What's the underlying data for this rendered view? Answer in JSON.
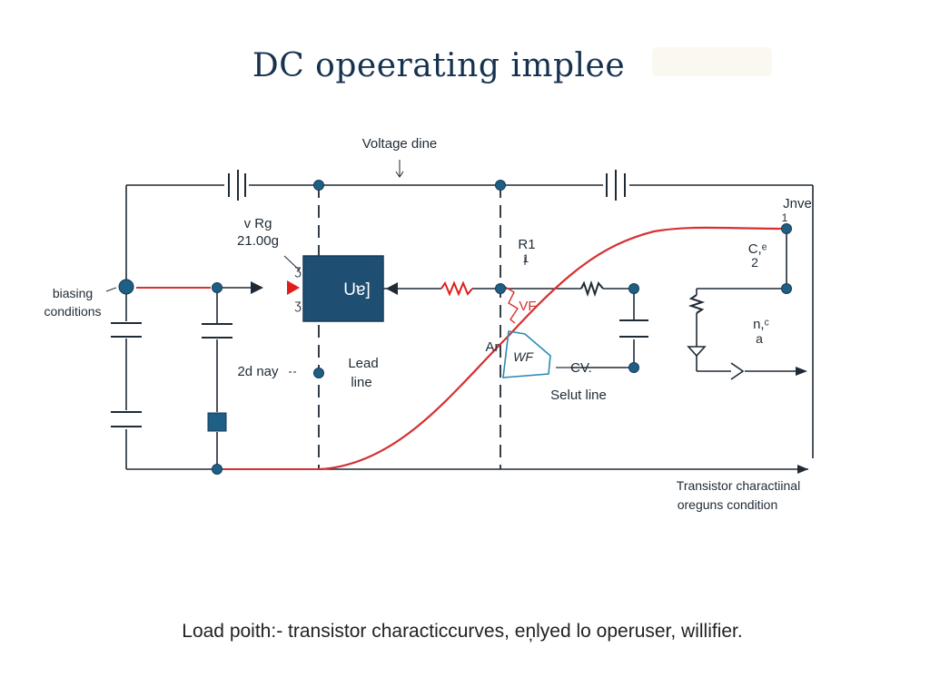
{
  "title": "DC opeerating implee",
  "caption": "Load poith:- transistor characticcurves, en̦lyed lo operuser, willifier.",
  "colors": {
    "title": "#16324f",
    "wire": "#1f2a35",
    "node": "#1f5f85",
    "transistor": "#1f4e73",
    "curve": "#d63031",
    "annotation": "#2a8bb3"
  },
  "labels": {
    "voltage_line": "Voltage dine",
    "biasing_1": "biasing",
    "biasing_2": "conditions",
    "vrg_1": "v Rg",
    "vrg_2": "21.00g",
    "transistor": "Uɐ]",
    "pin_top": "Ʒ",
    "pin_bottom": "Ʒ",
    "day": "2d nay",
    "load_1": "Lead",
    "load_2": "line",
    "r1": "R1",
    "r1_sub": "1",
    "vf": "VF",
    "ar": "Ar",
    "wf": "WF",
    "cv": "CV.",
    "selut": "Selut line",
    "jnve": "Jnve",
    "jnve_sub": "1",
    "c2_1": "C,ᵉ",
    "c2_2": "2",
    "n2_1": "n,ᶜ",
    "n2_2": "a",
    "footer_1": "Transistor charactiinal",
    "footer_2": "oreguns condition"
  }
}
